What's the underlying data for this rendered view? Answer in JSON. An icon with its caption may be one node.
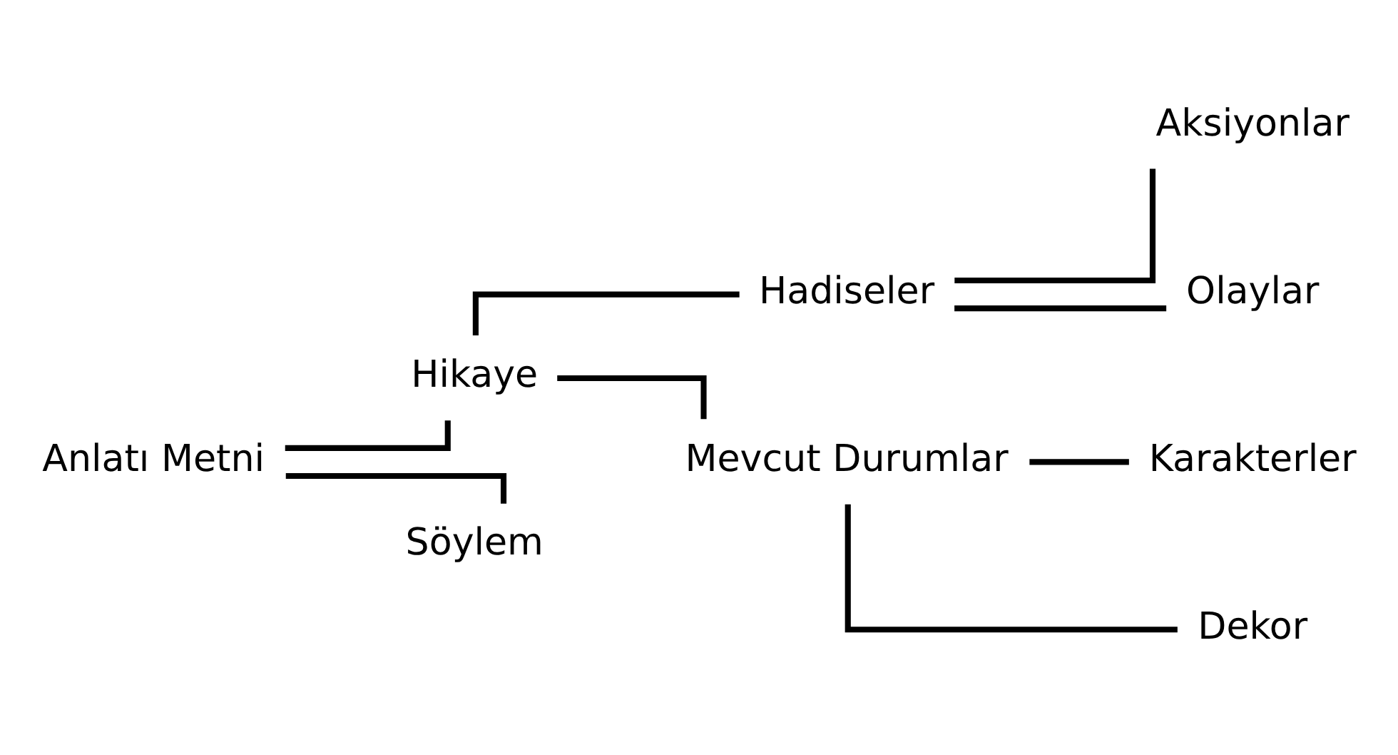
{
  "diagram": {
    "nodes": [
      {
        "text": [
          "Anlatı Metni"
        ]
      },
      {
        "text": [
          "Hikaye"
        ]
      },
      {
        "text": [
          "Söylem"
        ]
      },
      {
        "text": [
          "Hadiseler"
        ]
      },
      {
        "text": [
          "Mevcut Durumlar"
        ]
      },
      {
        "text": [
          "Aksiyonlar"
        ]
      },
      {
        "text": [
          "Olaylar"
        ]
      },
      {
        "text": [
          "Karakterler"
        ]
      },
      {
        "text": [
          "Dekor"
        ]
      }
    ],
    "edges": [
      {
        "from": 0,
        "to": 1,
        "arrow": "none"
      },
      {
        "from": 0,
        "to": 2,
        "arrow": "none"
      },
      {
        "from": 1,
        "to": 3,
        "arrow": "none"
      },
      {
        "from": 1,
        "to": 4,
        "arrow": "none"
      },
      {
        "from": 3,
        "to": 5,
        "arrow": "none"
      },
      {
        "from": 3,
        "to": 6,
        "arrow": "none"
      },
      {
        "from": 4,
        "to": 7,
        "arrow": "none"
      },
      {
        "from": 4,
        "to": 8,
        "arrow": "none"
      }
    ]
  }
}
